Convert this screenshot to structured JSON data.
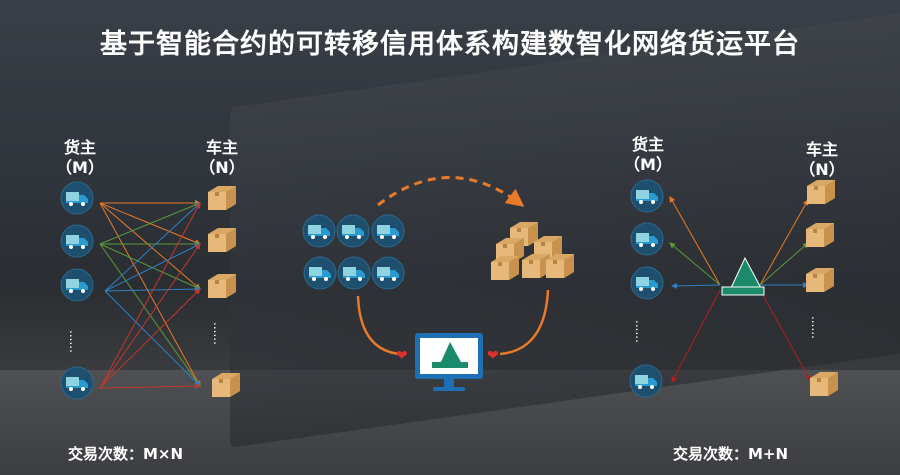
{
  "title": "基于智能合约的可转移信用体系构建数智化网络货运平台",
  "left": {
    "shipper_label": "货主",
    "shipper_sub": "（M）",
    "carrier_label": "车主",
    "carrier_sub": "（N）",
    "trade_count": "交易次数：M×N"
  },
  "right": {
    "shipper_label": "货主",
    "shipper_sub": "（M）",
    "carrier_label": "车主",
    "carrier_sub": "（N）",
    "trade_count": "交易次数：M+N"
  },
  "colors": {
    "orange": "#e87a2a",
    "green": "#5a9a3a",
    "blue": "#2f7fc4",
    "red": "#c0392b",
    "truck_circle": "#1f4f6e",
    "box": "#d9a865"
  }
}
